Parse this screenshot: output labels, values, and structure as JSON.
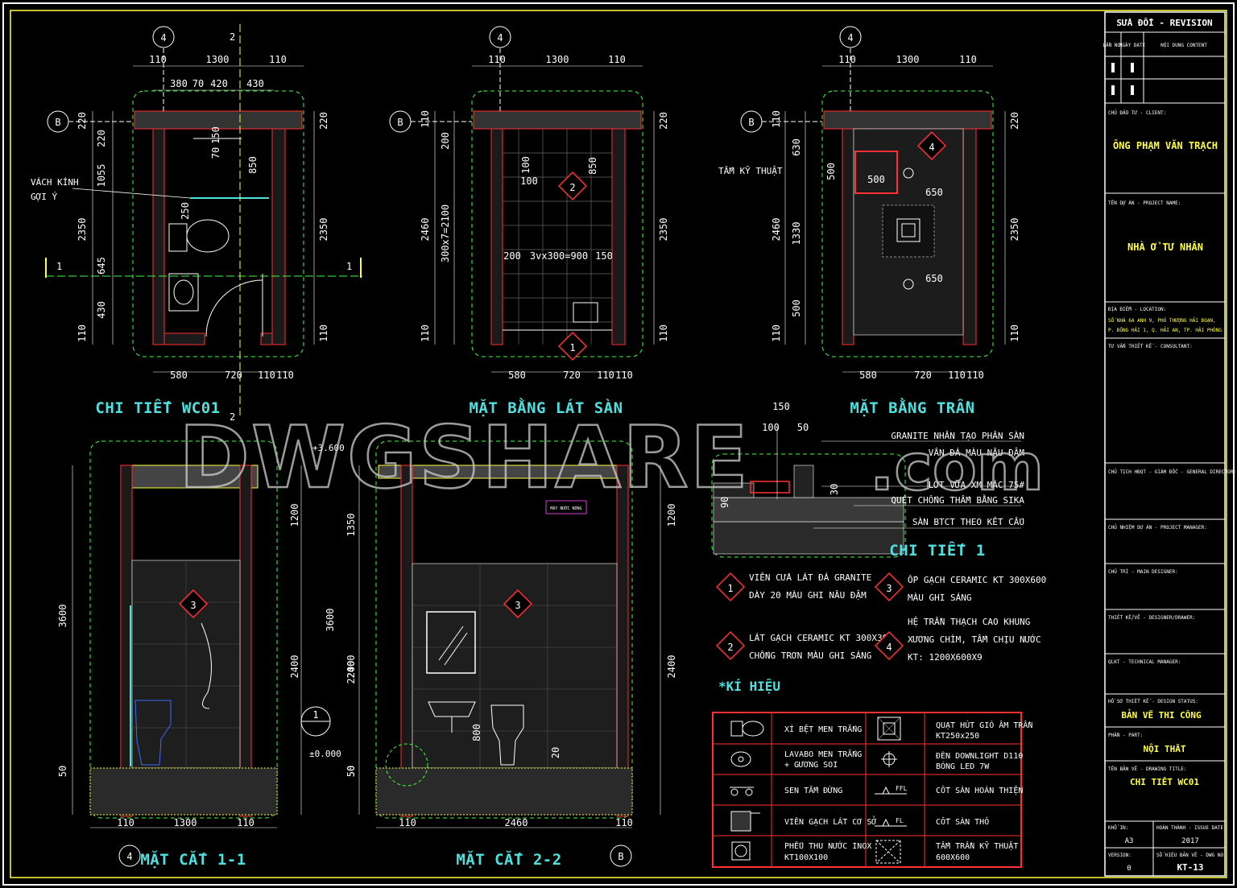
{
  "watermark": {
    "text": "DWGSHARE",
    "suffix": ".com"
  },
  "views": {
    "plan_wc": {
      "title": "CHI TIẾT WC01",
      "grid_col": "4",
      "grid_row": "B",
      "section_mark_v": "2",
      "section_mark_h": "1",
      "top_dims": [
        "110",
        "1300",
        "110"
      ],
      "top_dims2": [
        "380",
        "70",
        "420",
        "430"
      ],
      "left_dims": [
        "220",
        "1055",
        "2350",
        "645",
        "430",
        "110"
      ],
      "inner_dims": [
        "220",
        "70",
        "150",
        "250",
        "850"
      ],
      "right_dims": [
        "220",
        "2350",
        "110"
      ],
      "bottom_dims": [
        "580",
        "720",
        "110",
        "110"
      ],
      "note_glass": [
        "VÁCH KÍNH",
        "GỢI Ý"
      ]
    },
    "floor_plan": {
      "title": "MẶT BẰNG LÁT SÀN",
      "grid_col": "4",
      "grid_row": "B",
      "top_dims": [
        "110",
        "1300",
        "110"
      ],
      "left_dims": [
        "110",
        "200",
        "2460",
        "300x7=2100",
        "110"
      ],
      "inner": [
        "100",
        "100",
        "200",
        "3vx300=900",
        "150",
        "850"
      ],
      "right_dims": [
        "220",
        "2350",
        "110"
      ],
      "bottom_dims": [
        "580",
        "720",
        "110",
        "110"
      ],
      "tags": [
        "2",
        "1"
      ]
    },
    "ceiling_plan": {
      "title": "MẶT BẰNG TRẦN",
      "grid_col": "4",
      "grid_row": "B",
      "top_dims": [
        "110",
        "1300",
        "110"
      ],
      "left_dims": [
        "110",
        "630",
        "2460",
        "1330",
        "500",
        "110"
      ],
      "inner": [
        "500",
        "500",
        "650",
        "650"
      ],
      "right_dims": [
        "220",
        "2350",
        "110"
      ],
      "bottom_dims": [
        "580",
        "720",
        "110",
        "110"
      ],
      "note_panel": "TẤM KỸ THUẬT",
      "tag": "4"
    },
    "section_11": {
      "title": "MẶT CẮT 1-1",
      "grid": "4",
      "left_dims": [
        "3600",
        "2400",
        "50"
      ],
      "right_dims": [
        "1200",
        "3600",
        "2400",
        "50"
      ],
      "levels": [
        "+3.600",
        "±0.000"
      ],
      "bottom_dims": [
        "110",
        "1300",
        "110"
      ],
      "tag": "3",
      "detail_ref": "1"
    },
    "section_22": {
      "title": "MẶT CẮT 2-2",
      "grid": "B",
      "left_dims": [
        "1350",
        "2200",
        "50"
      ],
      "right_dims": [
        "1200",
        "2400"
      ],
      "inner": [
        "800",
        "20"
      ],
      "heater": "MÁY NƯỚC NÓNG",
      "bottom_dims": [
        "110",
        "2460",
        "110"
      ],
      "tag": "3"
    },
    "detail_1": {
      "title": "CHI TIẾT 1",
      "dims": [
        "150",
        "100",
        "50",
        "90",
        "30"
      ],
      "layers": [
        "GRANITE NHÂN TẠO PHÂN SÀN",
        "VÂN ĐÁ MÀU NÂU ĐẬM",
        "LỚT VỮA XM MÁC 75#",
        "QUÉT CHỐNG THẤM BẰNG SIKA",
        "SÀN BTCT THEO KẾT CẤU"
      ]
    }
  },
  "legend_notes": [
    {
      "tag": "1",
      "lines": [
        "VIÊN CỬA LÁT ĐÁ GRANITE",
        "DÀY 20 MÀU GHI NÂU ĐẬM"
      ]
    },
    {
      "tag": "2",
      "lines": [
        "LÁT GẠCH CERAMIC KT 300X300",
        "CHỐNG TRƠN MÀU GHI SÁNG"
      ]
    },
    {
      "tag": "3",
      "lines": [
        "ỐP GẠCH CERAMIC KT 300X600",
        "MÀU GHI SÁNG"
      ]
    },
    {
      "tag": "4",
      "lines": [
        "HỆ TRẦN THẠCH CAO KHUNG",
        "XƯƠNG CHÌM, TẤM CHỊU NƯỚC",
        "KT: 1200X600X9"
      ]
    }
  ],
  "symbols": {
    "title": "*KÍ HIỆU",
    "rows": [
      {
        "left": [
          "XÍ BỆT MEN TRẮNG"
        ],
        "right": [
          "QUẠT HÚT GIÓ ÂM TRẦN",
          "KT250x250"
        ]
      },
      {
        "left": [
          "LAVABO MEN TRẮNG",
          "+ GƯƠNG SOI"
        ],
        "right": [
          "ĐÈN DOWNLIGHT D110",
          "BÓNG LED 7W"
        ]
      },
      {
        "left": [
          "SEN TẮM ĐỨNG"
        ],
        "right": [
          "CỐT SÀN HOÀN THIỆN"
        ],
        "rsym": "FFL"
      },
      {
        "left": [
          "VIÊN GẠCH LÁT CƠ SỞ"
        ],
        "right": [
          "CỐT SÀN THÔ"
        ],
        "rsym": "FL"
      },
      {
        "left": [
          "PHỄU THU NƯỚC INOX",
          "KT100X100"
        ],
        "right": [
          "TẤM TRẦN KỸ THUẬT",
          "600X600"
        ]
      }
    ]
  },
  "title_block": {
    "revision": "SỬA ĐỔI - REVISION",
    "rev_cols": [
      "LẦN NO.",
      "NGÀY DATE",
      "NỘI DUNG CONTENT"
    ],
    "client_label": "CHỦ ĐẦU TƯ - CLIENT:",
    "client": "ÔNG PHẠM VĂN TRẠCH",
    "project_label": "TÊN DỰ ÁN - PROJECT NAME:",
    "project": "NHÀ Ở TƯ NHÂN",
    "location_label": "ĐỊA ĐIỂM - LOCATION:",
    "location": [
      "SỐ NHÀ 6A ANH 9, PHÚ THƯỢNG HẢI ĐOẠN,",
      "P. ĐÔNG HẢI 1, Q. HẢI AN, TP. HẢI PHÒNG"
    ],
    "consultant_label": "TƯ VẤN THIẾT KẾ - CONSULTANT:",
    "director_label": "CHỦ TỊCH HĐQT - GIÁM ĐỐC - GENERAL DIRECTOR:",
    "pm_label": "CHỦ NHIỆM DỰ ÁN - PROJECT MANAGER:",
    "main_designer_label": "CHỦ TRÌ - MAIN DESIGNER:",
    "designer_label": "THIẾT KẾ/VẼ - DESIGNER/DRAWER:",
    "qc_label": "QLKT - TECHNICAL MANAGER:",
    "status_label": "HỒ SƠ THIẾT KẾ - DESIGN STATUS:",
    "status": "BẢN VẼ THI CÔNG",
    "part_label": "PHẦN - PART:",
    "part": "NỘI THẤT",
    "drawing_label": "TÊN BẢN VẼ - DRAWING TITLE:",
    "drawing": "CHI TIẾT WC01",
    "size_label": "KHỔ IN:",
    "size": "A3",
    "date_label": "HOÀN THÀNH - ISSUE DATE:",
    "date": "2017",
    "version_label": "VERSION:",
    "version": "0",
    "no_label": "SỐ HIỆU BẢN VẼ - DWG NO:",
    "no": "KT-13"
  },
  "colors": {
    "bg": "#000000",
    "wall": "#ff3030",
    "dim": "#4fe0e0",
    "frame": "#ffff40",
    "grid": "#3cff3c"
  }
}
